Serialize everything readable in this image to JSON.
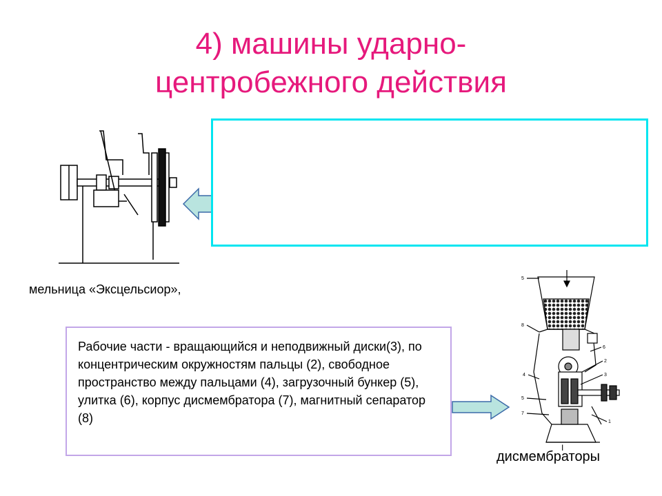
{
  "slide": {
    "title_line1": "4) машины ударно-",
    "title_line2": "центробежного действия",
    "caption_mill": "мельница «Эксцельсиор»,",
    "caption_dismembrator": "дисмембраторы",
    "description": "Рабочие части - вращающийся и неподвижный диски(3), по концентрическим окружностям пальцы (2), свободное пространство между пальцами (4), загрузочный бункер (5), улитка (6), корпус дисмембратора (7), магнитный сепаратор (8)"
  },
  "figure_labels": {
    "l5": "5",
    "l8": "8",
    "l6": "6",
    "l2": "2",
    "l4": "4",
    "l3": "3",
    "l7": "7",
    "l1": "1",
    "lH": "I"
  },
  "colors": {
    "title": "#e6197c",
    "box_border": "#00e5f0",
    "text_border": "#c2a6e8",
    "arrow_fill": "#b9e4df"
  }
}
